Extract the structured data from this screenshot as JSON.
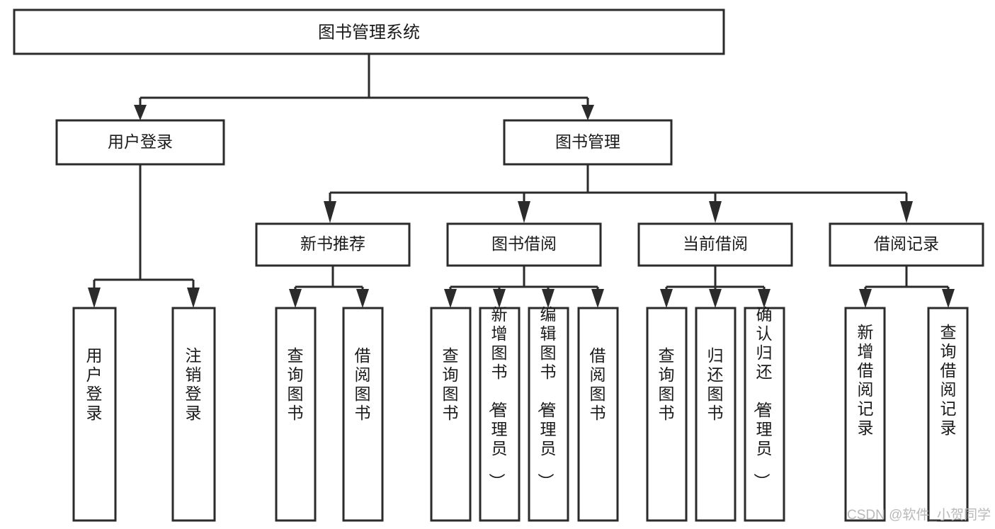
{
  "diagram": {
    "type": "tree-hierarchy",
    "orientation": "top-down",
    "title": "图书管理系统",
    "root": {
      "id": "root",
      "label": "图书管理系统"
    },
    "level2": [
      {
        "id": "user-login",
        "label": "用户登录"
      },
      {
        "id": "book-management",
        "label": "图书管理"
      }
    ],
    "level3": [
      {
        "id": "new-book-recommend",
        "label": "新书推荐",
        "parent": "book-management"
      },
      {
        "id": "book-borrow",
        "label": "图书借阅",
        "parent": "book-management"
      },
      {
        "id": "current-borrow",
        "label": "当前借阅",
        "parent": "book-management"
      },
      {
        "id": "borrow-record",
        "label": "借阅记录",
        "parent": "book-management"
      }
    ],
    "leaves": {
      "user-login": [
        {
          "id": "leaf-user-login",
          "label": "用户登录"
        },
        {
          "id": "leaf-logout-login",
          "label": "注销登录"
        }
      ],
      "new-book-recommend": [
        {
          "id": "leaf-query-book-1",
          "label": "查询图书"
        },
        {
          "id": "leaf-borrow-book-1",
          "label": "借阅图书"
        }
      ],
      "book-borrow": [
        {
          "id": "leaf-query-book-2",
          "label": "查询图书"
        },
        {
          "id": "leaf-add-book",
          "label": "新增图书（管理员）"
        },
        {
          "id": "leaf-edit-book",
          "label": "编辑图书（管理员）"
        },
        {
          "id": "leaf-borrow-book-2",
          "label": "借阅图书"
        }
      ],
      "current-borrow": [
        {
          "id": "leaf-query-book-3",
          "label": "查询图书"
        },
        {
          "id": "leaf-return-book",
          "label": "归还图书"
        },
        {
          "id": "leaf-confirm-return",
          "label": "确认归还（管理员）"
        }
      ],
      "borrow-record": [
        {
          "id": "leaf-add-record",
          "label": "新增借阅记录"
        },
        {
          "id": "leaf-query-record",
          "label": "查询借阅记录"
        }
      ]
    },
    "colors": {
      "box_stroke": "#2b2b2b",
      "box_fill": "#ffffff",
      "text": "#1a1a1a",
      "connector": "#2b2b2b",
      "watermark": "#b9b9b9",
      "background": "#ffffff"
    }
  },
  "watermark": {
    "label": "CSDN @软件_小贺同学"
  }
}
